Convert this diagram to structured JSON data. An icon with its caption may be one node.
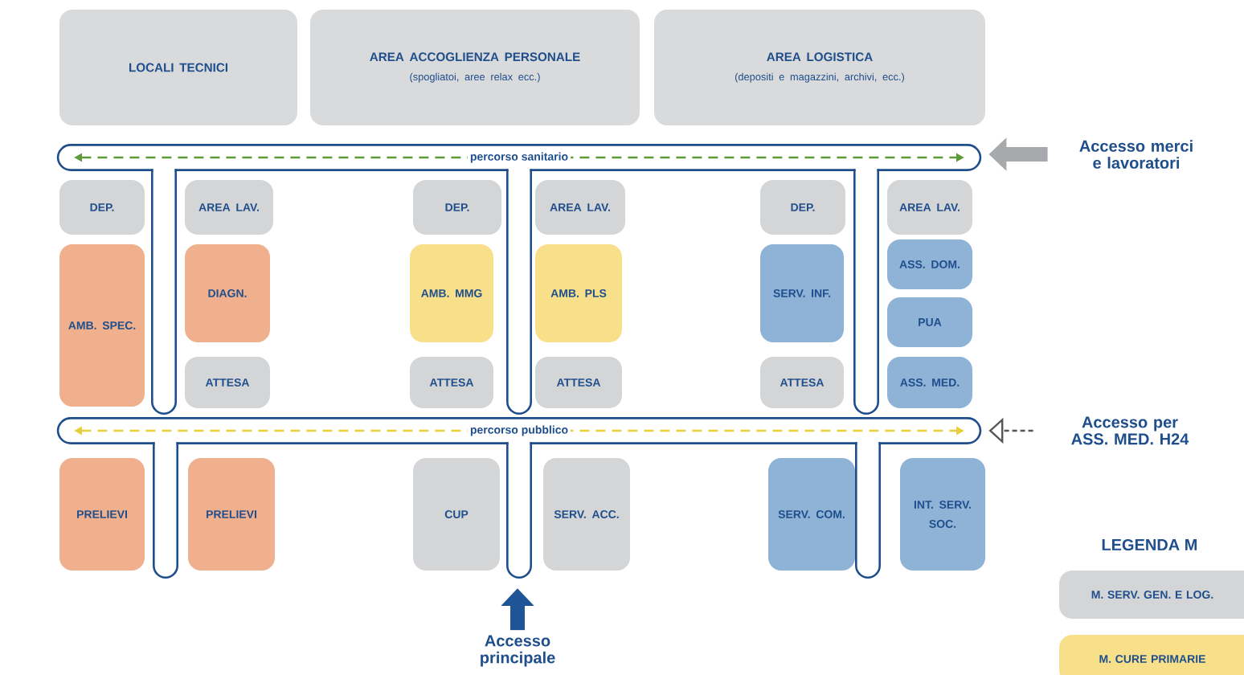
{
  "diagram": {
    "nodes": [
      {
        "text": [
          "LOCALI TECNICI"
        ]
      },
      {
        "text": [
          "AREA ACCOGLIENZA PERSONALE",
          "(spogliatoi, aree relax ecc.)"
        ]
      },
      {
        "text": [
          "AREA LOGISTICA",
          "(depositi e magazzini, archivi, ecc.)"
        ]
      },
      {
        "text": [
          "percorso sanitario"
        ]
      },
      {
        "text": [
          "Accesso merci e lavoratori"
        ]
      },
      {
        "text": [
          "DEP."
        ]
      },
      {
        "text": [
          "AREA LAV."
        ]
      },
      {
        "text": [
          "DEP."
        ]
      },
      {
        "text": [
          "AREA LAV."
        ]
      },
      {
        "text": [
          "DEP."
        ]
      },
      {
        "text": [
          "AREA LAV."
        ]
      },
      {
        "text": [
          "AMB. SPEC."
        ]
      },
      {
        "text": [
          "DIAGN."
        ]
      },
      {
        "text": [
          "AMB. MMG"
        ]
      },
      {
        "text": [
          "AMB. PLS"
        ]
      },
      {
        "text": [
          "SERV. INF."
        ]
      },
      {
        "text": [
          "ASS. DOM."
        ]
      },
      {
        "text": [
          "PUA"
        ]
      },
      {
        "text": [
          "ATTESA"
        ]
      },
      {
        "text": [
          "ATTESA"
        ]
      },
      {
        "text": [
          "ATTESA"
        ]
      },
      {
        "text": [
          "ATTESA"
        ]
      },
      {
        "text": [
          "ASS. MED."
        ]
      },
      {
        "text": [
          "percorso pubblico"
        ]
      },
      {
        "text": [
          "Accesso per ASS. MED. H24"
        ]
      },
      {
        "text": [
          "PRELIEVI"
        ]
      },
      {
        "text": [
          "PRELIEVI"
        ]
      },
      {
        "text": [
          "CUP"
        ]
      },
      {
        "text": [
          "SERV. ACC."
        ]
      },
      {
        "text": [
          "SERV. COM."
        ]
      },
      {
        "text": [
          "INT. SERV. SOC."
        ]
      },
      {
        "text": [
          "Accesso principale"
        ]
      }
    ],
    "edges": [
      {
        "from": 4,
        "to": 3,
        "arrow": "to"
      },
      {
        "from": 24,
        "to": 23,
        "arrow": "to",
        "style": "dashed"
      },
      {
        "from": 31,
        "to": null,
        "arrow": "to",
        "color": "#1f5596"
      }
    ],
    "labels": [
      "LEGENDA M"
    ],
    "legend": [
      {
        "text": "M. SERV. GEN. E LOG.",
        "color": "#d4d5d7"
      },
      {
        "text": "M. CURE PRIMARIE",
        "color": "#f8e08a"
      }
    ]
  }
}
